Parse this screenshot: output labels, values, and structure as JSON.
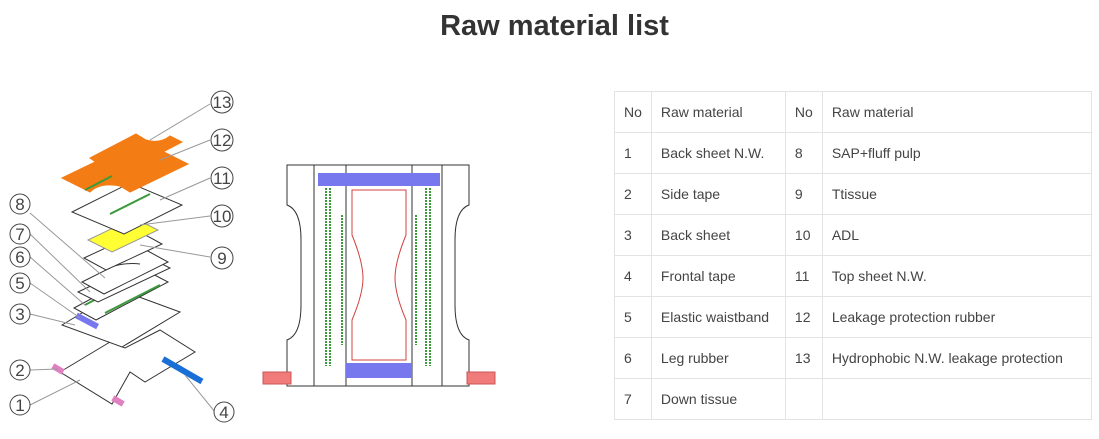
{
  "title": "Raw material list",
  "table": {
    "headers": [
      "No",
      "Raw material",
      "No",
      "Raw material"
    ],
    "rows": [
      [
        "1",
        "Back sheet N.W.",
        "8",
        "SAP+fluff pulp"
      ],
      [
        "2",
        "Side tape",
        "9",
        "Ttissue"
      ],
      [
        "3",
        "Back sheet",
        "10",
        "ADL"
      ],
      [
        "4",
        "Frontal tape",
        "11",
        "Top sheet N.W."
      ],
      [
        "5",
        "Elastic waistband",
        "12",
        "Leakage protection rubber"
      ],
      [
        "6",
        "Leg rubber",
        "13",
        "Hydrophobic N.W. leakage protection"
      ],
      [
        "7",
        "Down tissue",
        "",
        ""
      ]
    ]
  },
  "callouts": [
    "13",
    "12",
    "11",
    "10",
    "9",
    "8",
    "7",
    "6",
    "5",
    "3",
    "2",
    "1",
    "4"
  ],
  "colors": {
    "hydrophobic": "#f47c14",
    "adl": "#ffff33",
    "waistband": "#7777ee",
    "side_tape": "#e08a8a",
    "frontal_tape": "#1a6fd6",
    "rubber": "#3a9a3a",
    "core_outline": "#d04040"
  }
}
